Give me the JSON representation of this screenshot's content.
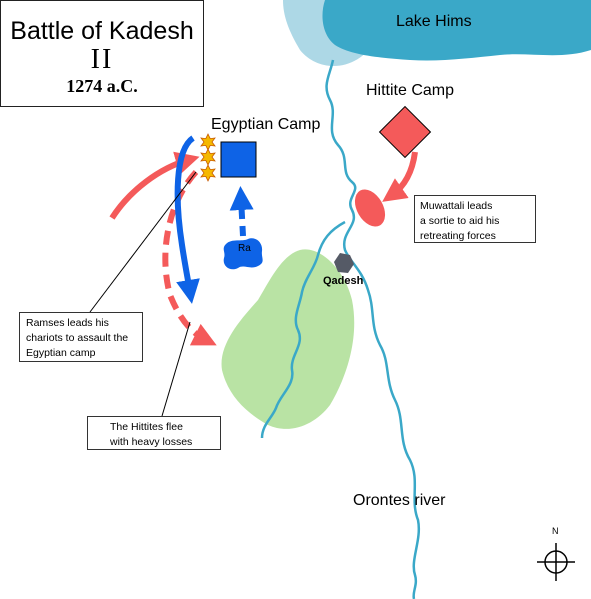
{
  "title": {
    "main": "Battle of Kadesh",
    "number": "II",
    "date": "1274 a.C."
  },
  "labels": {
    "lake": "Lake Hims",
    "hittite_camp": "Hittite Camp",
    "egyptian_camp": "Egyptian Camp",
    "ra": "Ra",
    "qadesh": "Qadesh",
    "river": "Orontes river",
    "north": "N"
  },
  "notes": {
    "muwattali": {
      "line1": "Muwattali leads",
      "line2": "a sortie to aid his",
      "line3": "retreating forces"
    },
    "ramses": {
      "line1": "Ramses leads his",
      "line2": "chariots to assault the",
      "line3": "Egyptian camp"
    },
    "hittites": {
      "line1": "The Hittites flee",
      "line2": "with heavy losses"
    }
  },
  "colors": {
    "water": "#3aa8c8",
    "lake_light": "#add8e6",
    "forest": "#b9e3a4",
    "egyptian": "#0e63e6",
    "hittite": "#f45a5a",
    "city": "#555a66",
    "explosion": "#f5b800"
  }
}
